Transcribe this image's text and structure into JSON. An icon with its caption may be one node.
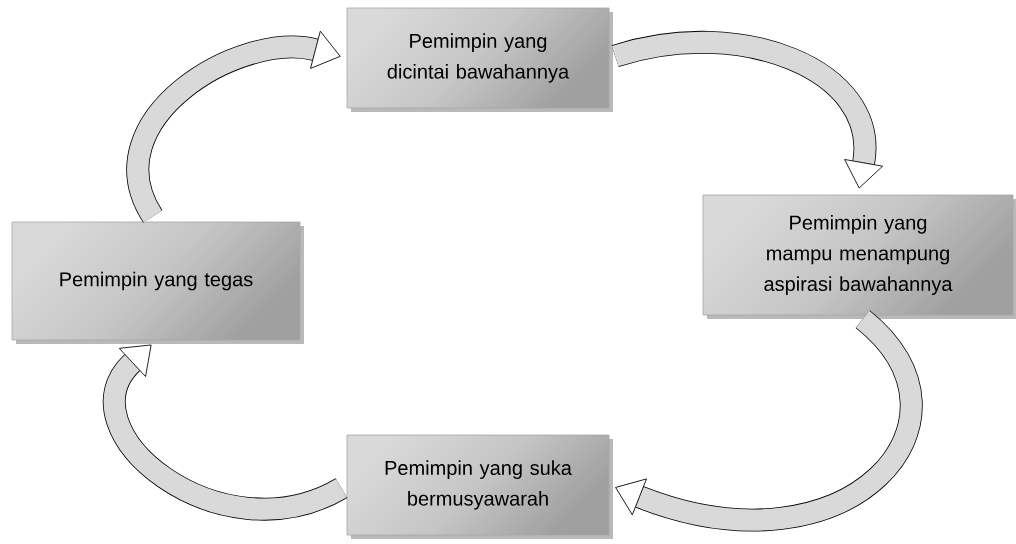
{
  "diagram": {
    "nodes": [
      {
        "text": [
          "Pemimpin yang dicintai bawahannya"
        ]
      },
      {
        "text": [
          "Pemimpin yang mampu menampung aspirasi bawahannya"
        ]
      },
      {
        "text": [
          "Pemimpin yang suka bermusyawarah"
        ]
      },
      {
        "text": [
          "Pemimpin yang tegas"
        ]
      }
    ],
    "edges": [
      {
        "from": 0,
        "to": 1,
        "arrow": "to"
      },
      {
        "from": 1,
        "to": 2,
        "arrow": "to"
      },
      {
        "from": 2,
        "to": 3,
        "arrow": "to"
      },
      {
        "from": 3,
        "to": 0,
        "arrow": "to"
      }
    ]
  }
}
